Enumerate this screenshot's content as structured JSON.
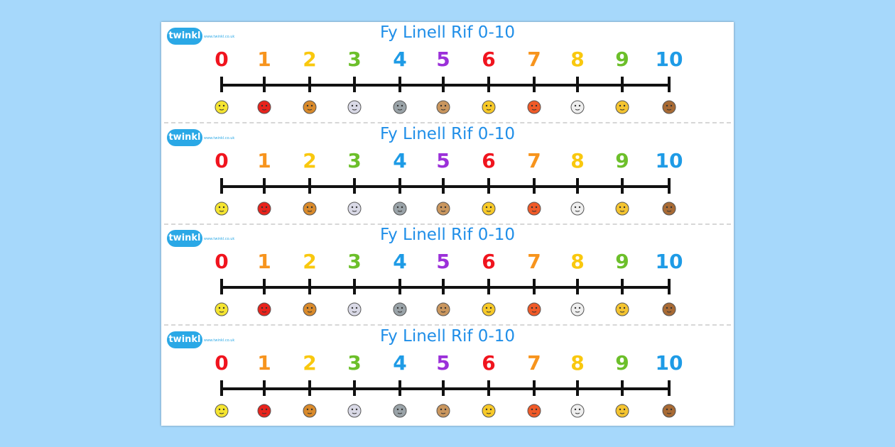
{
  "logo_text": "twinkl",
  "url": "www.twinkl.co.uk",
  "strips": [
    {
      "title": "Fy Linell Rif 0-10"
    },
    {
      "title": "Fy Linell Rif 0-10"
    },
    {
      "title": "Fy Linell Rif 0-10"
    },
    {
      "title": "Fy Linell Rif 0-10"
    }
  ],
  "numbers": [
    {
      "label": "0",
      "color": "#f0141e",
      "icon": "star-icon",
      "icon_color": "#f5e531"
    },
    {
      "label": "1",
      "color": "#f7941d",
      "icon": "apple-icon",
      "icon_color": "#e8231c"
    },
    {
      "label": "2",
      "color": "#f9c80e",
      "icon": "lion-icon",
      "icon_color": "#d98a2b"
    },
    {
      "label": "3",
      "color": "#6cbf2a",
      "icon": "rocket-icon",
      "icon_color": "#d9d9e6"
    },
    {
      "label": "4",
      "color": "#1e9be6",
      "icon": "robot-icon",
      "icon_color": "#9aa3a8"
    },
    {
      "label": "5",
      "color": "#9b30d9",
      "icon": "dog-icon",
      "icon_color": "#c9965e"
    },
    {
      "label": "6",
      "color": "#f0141e",
      "icon": "sun-icon",
      "icon_color": "#f7c928"
    },
    {
      "label": "7",
      "color": "#f7941d",
      "icon": "rainbow-icon",
      "icon_color": "#f05a28"
    },
    {
      "label": "8",
      "color": "#f9c80e",
      "icon": "cat-icon",
      "icon_color": "#eeeeee"
    },
    {
      "label": "9",
      "color": "#6cbf2a",
      "icon": "pencil-icon",
      "icon_color": "#f4c430"
    },
    {
      "label": "10",
      "color": "#1e9be6",
      "icon": "bear-icon",
      "icon_color": "#a86a34"
    }
  ]
}
